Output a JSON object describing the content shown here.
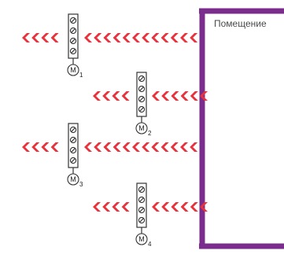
{
  "room": {
    "label": "Помещение"
  },
  "colors": {
    "arrow": "#e8323c",
    "wall": "#7b2d8e",
    "device": "#333333"
  },
  "units": [
    {
      "motor_letter": "M",
      "motor_index": "1"
    },
    {
      "motor_letter": "M",
      "motor_index": "2"
    },
    {
      "motor_letter": "M",
      "motor_index": "3"
    },
    {
      "motor_letter": "M",
      "motor_index": "4"
    }
  ]
}
